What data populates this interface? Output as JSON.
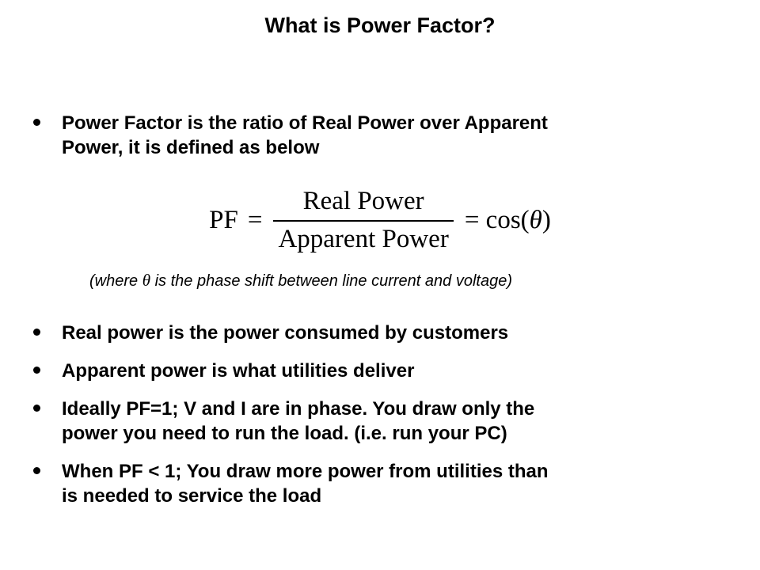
{
  "slide": {
    "title": "What is Power Factor?",
    "bullets": [
      {
        "text": "Power Factor is the ratio of Real Power over Apparent\nPower, it is defined as below"
      },
      {
        "text": "Real power is the power consumed by customers"
      },
      {
        "text": "Apparent power is what utilities deliver"
      },
      {
        "text": "Ideally PF=1; V and I are in phase. You draw only the\npower you need to run the load. (i.e. run your PC)"
      },
      {
        "text": "When PF < 1; You draw more power from utilities than\nis needed to service the load"
      }
    ],
    "formula": {
      "lhs": "PF",
      "equals": "=",
      "numerator": "Real Power",
      "denominator": "Apparent Power",
      "rhs_prefix": "= cos(",
      "theta": "θ",
      "rhs_suffix": ")"
    },
    "note": {
      "prefix": "(where ",
      "theta": "θ",
      "suffix": " is the phase shift between line current and voltage)"
    },
    "colors": {
      "text": "#000000",
      "background": "#ffffff"
    }
  }
}
